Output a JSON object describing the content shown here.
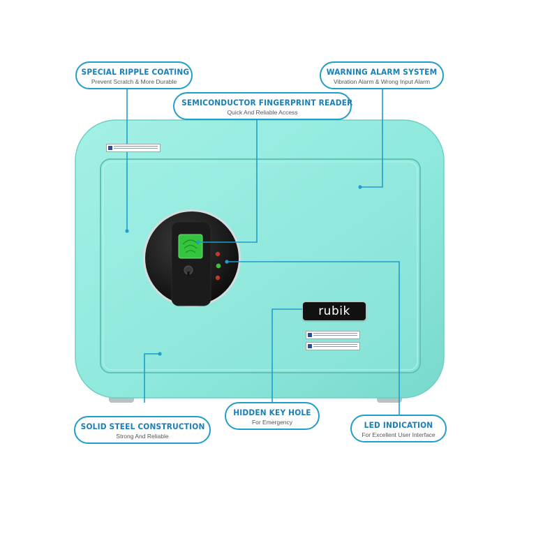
{
  "brand": "rubik",
  "callouts": {
    "ripple": {
      "title": "SPECIAL RIPPLE COATING",
      "subtitle": "Prevent Scratch & More Durable"
    },
    "fingerprint": {
      "title": "SEMICONDUCTOR FINGERPRINT READER",
      "subtitle": "Quick And Reliable Access"
    },
    "alarm": {
      "title": "WARNING ALARM SYSTEM",
      "subtitle": "Vibration Alarm & Wrong Input Alarm"
    },
    "steel": {
      "title": "SOLID STEEL CONSTRUCTION",
      "subtitle": "Strong And Reliable"
    },
    "keyhole": {
      "title": "HIDDEN KEY HOLE",
      "subtitle": "For Emergency"
    },
    "led": {
      "title": "LED INDICATION",
      "subtitle": "For Excellent User Interface"
    }
  },
  "colors": {
    "safe_body": "#8fe9dd",
    "callout_border": "#1f9ec9",
    "callout_title": "#1a7fb5",
    "sensor_green": "#34c43e"
  },
  "icons": {
    "fingerprint_sensor": "fingerprint-sensor-icon",
    "keyhole": "keyhole-icon",
    "led": "led-indicator-icon"
  }
}
